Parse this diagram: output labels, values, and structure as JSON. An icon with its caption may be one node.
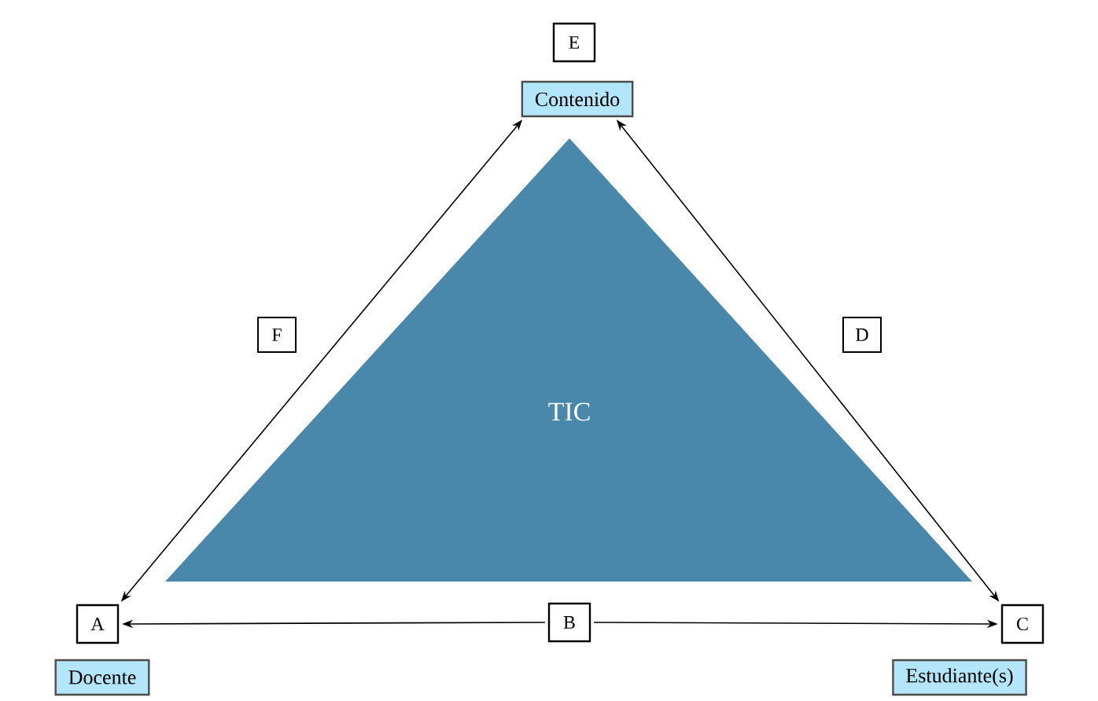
{
  "diagram": {
    "nodes": [
      {
        "text": [
          "E"
        ]
      },
      {
        "text": [
          "Contenido"
        ]
      },
      {
        "text": [
          "TIC"
        ]
      },
      {
        "text": [
          "A"
        ]
      },
      {
        "text": [
          "B"
        ]
      },
      {
        "text": [
          "C"
        ]
      },
      {
        "text": [
          "Docente"
        ]
      },
      {
        "text": [
          "Estudiante(s)"
        ]
      }
    ],
    "edges": [
      {
        "from": 1,
        "to": 3,
        "arrow": "both",
        "label": "F"
      },
      {
        "from": 1,
        "to": 5,
        "arrow": "both",
        "label": "D"
      },
      {
        "from": 4,
        "to": 3,
        "arrow": "to"
      },
      {
        "from": 4,
        "to": 5,
        "arrow": "to"
      }
    ]
  }
}
